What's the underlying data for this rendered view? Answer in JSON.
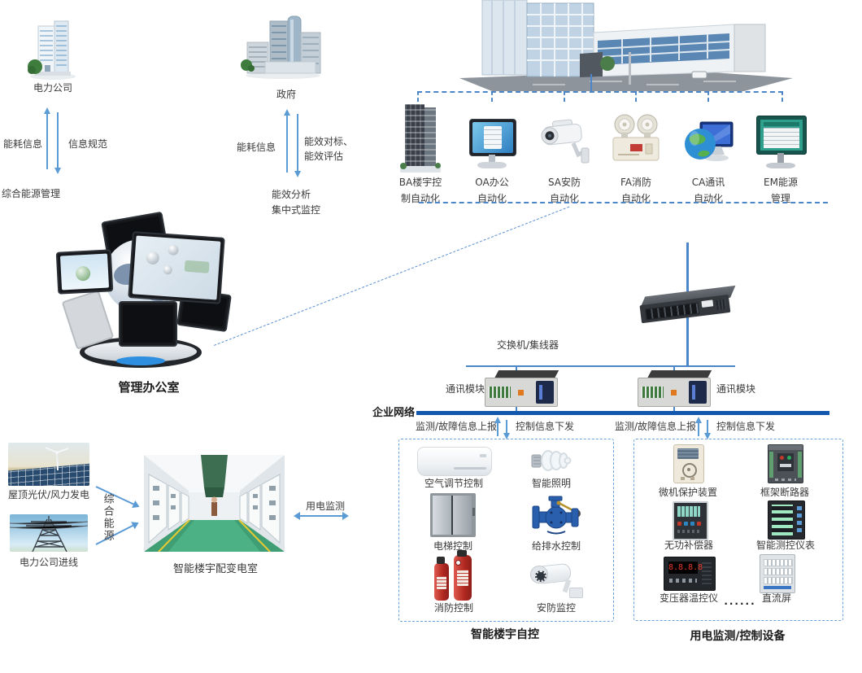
{
  "power_company": {
    "name": "电力公司",
    "up_label": "能耗信息",
    "down_label": "信息规范",
    "bottom_label": "综合能源管理"
  },
  "government": {
    "name": "政府",
    "up_label": "能耗信息",
    "down_label1": "能效对标、",
    "down_label2": "能效评估",
    "result1": "能效分析",
    "result2": "集中式监控"
  },
  "subsystems": {
    "items": [
      {
        "line1": "BA楼宇控",
        "line2": "制自动化"
      },
      {
        "line1": "OA办公",
        "line2": "自动化"
      },
      {
        "line1": "SA安防",
        "line2": "自动化"
      },
      {
        "line1": "FA消防",
        "line2": "自动化"
      },
      {
        "line1": "CA通讯",
        "line2": "自动化"
      },
      {
        "line1": "EM能源",
        "line2": "管理"
      }
    ]
  },
  "management_office": {
    "label": "管理办公室"
  },
  "network": {
    "switch_label": "交换机/集线器",
    "comm_module_label": "通讯模块",
    "enterprise_label": "企业网络",
    "report_label": "监测/故障信息上报",
    "control_label": "控制信息下发"
  },
  "building_auto": {
    "title": "智能楼宇自控",
    "items": [
      "空气调节控制",
      "智能照明",
      "电梯控制",
      "给排水控制",
      "消防控制",
      "安防监控"
    ]
  },
  "power_devices": {
    "title": "用电监测/控制设备",
    "items": [
      "微机保护装置",
      "框架断路器",
      "无功补偿器",
      "智能测控仪表",
      "变压器温控仪",
      "直流屏"
    ],
    "more": "......"
  },
  "energy": {
    "solar_label": "屋顶光伏/风力发电",
    "grid_label": "电力公司进线",
    "combined_label": "综合能源",
    "substation_label": "智能楼宇配变电室",
    "metering_label": "用电监测"
  },
  "colors": {
    "line_blue": "#4a86c8",
    "arrow_blue": "#5b9bd5",
    "enterprise_blue": "#1157ae",
    "dash_box_blue": "#6aa0dc"
  }
}
